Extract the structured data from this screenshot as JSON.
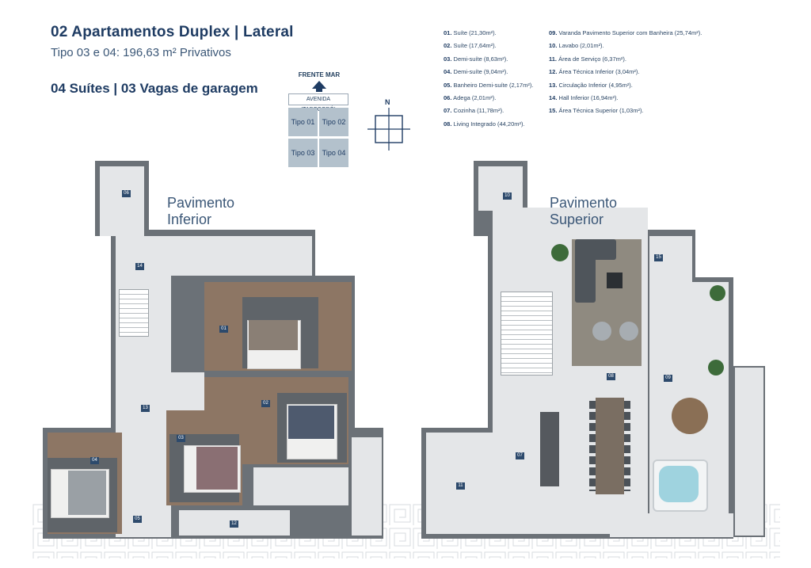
{
  "header": {
    "title": "02 Apartamentos Duplex | Lateral",
    "subtitle": "Tipo 03 e 04: 196,63 m² Privativos",
    "features": "04 Suítes | 03 Vagas de garagem"
  },
  "orientation": {
    "front_label": "FRENTE MAR",
    "street": "AVENIDA ITAPOCORÓI",
    "north": "N",
    "types": [
      "Tipo 01",
      "Tipo 02",
      "Tipo 03",
      "Tipo 04"
    ]
  },
  "legend": {
    "col1": [
      {
        "num": "01.",
        "text": "Suíte (21,30m²)."
      },
      {
        "num": "02.",
        "text": "Suíte (17,64m²)."
      },
      {
        "num": "03.",
        "text": "Demi-suíte (8,63m²)."
      },
      {
        "num": "04.",
        "text": "Demi-suíte (9,04m²)."
      },
      {
        "num": "05.",
        "text": "Banheiro Demi-suíte (2,17m²)."
      },
      {
        "num": "06.",
        "text": "Adega (2,01m²)."
      },
      {
        "num": "07.",
        "text": "Cozinha (11,78m²)."
      },
      {
        "num": "08.",
        "text": "Living Integrado (44,20m²)."
      }
    ],
    "col2": [
      {
        "num": "09.",
        "text": "Varanda Pavimento Superior com Banheira (25,74m²)."
      },
      {
        "num": "10.",
        "text": "Lavabo (2,01m²)."
      },
      {
        "num": "11.",
        "text": "Área de Serviço (6,37m²)."
      },
      {
        "num": "12.",
        "text": "Área Técnica Inferior (3,04m²)."
      },
      {
        "num": "13.",
        "text": "Circulação Inferior (4,95m²)."
      },
      {
        "num": "14.",
        "text": "Hall Inferior (16,94m²)."
      },
      {
        "num": "15.",
        "text": "Área Técnica Superior (1,03m²)."
      }
    ]
  },
  "plans": {
    "lower": {
      "label": "Pavimento Inferior",
      "tags": [
        "06",
        "14",
        "01",
        "13",
        "02",
        "03",
        "04",
        "05",
        "12"
      ]
    },
    "upper": {
      "label": "Pavimento Superior",
      "tags": [
        "10",
        "15",
        "08",
        "09",
        "07",
        "11"
      ]
    }
  }
}
